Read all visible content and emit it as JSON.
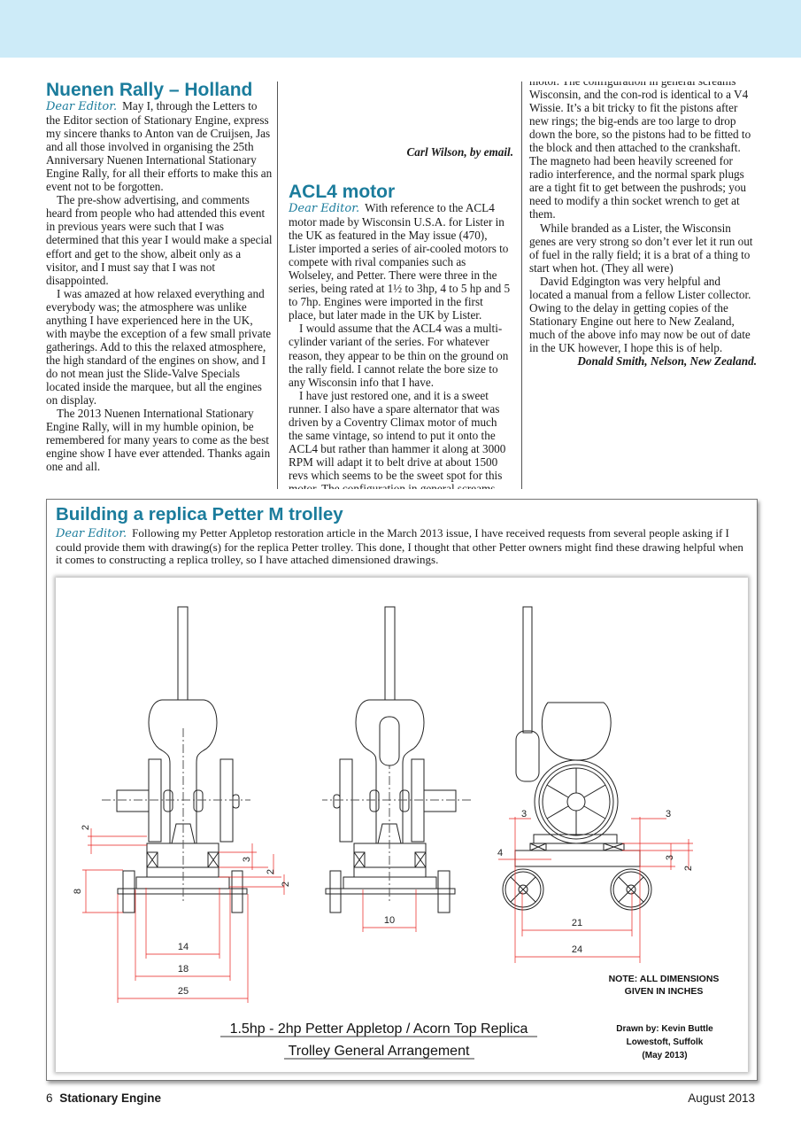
{
  "letters": [
    {
      "title": "Nuenen Rally – Holland",
      "salutation": "Dear Editor.",
      "paragraphs": [
        "May I, through the Letters to the Editor section of Stationary Engine, express my sincere thanks to Anton van de Cruijsen, Jas and all those involved in organising the 25th Anniversary Nuenen International Stationary Engine Rally, for all their efforts to make this an event not to be forgotten.",
        "The pre-show advertising, and comments heard from people who had attended this event in previous years were such that I was determined that this year I would make a special effort and get to the show, albeit only as a visitor, and I must say that I was not disappointed.",
        "I was amazed at how relaxed everything and everybody was; the atmosphere was unlike anything I have experienced here in the UK, with maybe the exception of a few small private gatherings. Add to this the relaxed atmosphere, the high standard of the engines on show, and I do not mean just the Slide-Valve Specials located inside the marquee, but all the engines on display.",
        "The 2013 Nuenen International Stationary Engine Rally, will in my humble opinion, be remembered for many years to come as the best engine show I have ever attended. Thanks again one and all."
      ],
      "signature": "Carl Wilson, by email."
    },
    {
      "title": "ACL4 motor",
      "salutation": "Dear Editor.",
      "paragraphs": [
        "With reference to the ACL4 motor made by Wisconsin U.S.A. for Lister in the UK as featured in the May issue (470), Lister imported a series of air-cooled motors to compete with rival companies such as Wolseley, and Petter. There were three in the series, being rated at 1½ to 3hp, 4 to 5 hp and 5 to 7hp. Engines were imported in the first place, but later made in the UK by Lister.",
        "I would assume that the ACL4 was a multi-cylinder variant of the series. For whatever reason, they appear to be thin on the ground on the rally field. I cannot relate the bore size to any Wisconsin info that I have.",
        "I have just restored one, and it is a sweet runner. I also have a spare alternator that was driven by a Coventry Climax motor of much the same vintage, so intend to put it onto the ACL4 but rather than hammer it along at 3000 RPM will adapt it to belt drive at about 1500 revs which seems to be the sweet spot for this motor. The configuration in general screams Wisconsin, and the con-rod is identical to a V4 Wissie. It’s a bit tricky to fit the pistons after new rings; the big-ends are too large to drop down the bore, so the pistons had to be fitted to the block and then attached to the crankshaft. The magneto had been heavily screened for radio interference, and the normal spark plugs are a tight fit to get between the pushrods; you need to modify a thin socket wrench to get at them.",
        "While branded as a Lister, the Wisconsin genes are very strong so don’t ever let it run out of fuel in the rally field; it is a brat of a thing to start when hot. (They all were)",
        "David Edgington was very helpful and located a manual from a fellow Lister collector. Owing to the delay in getting copies of the Stationary Engine out here to New Zealand, much of the above info may now be out of date in the UK however, I hope this is of help."
      ],
      "signature": "Donald Smith, Nelson, New Zealand."
    },
    {
      "title": "Building a replica Petter M trolley",
      "salutation": "Dear Editor.",
      "paragraphs": [
        "Following my Petter Appletop restoration article in the March 2013 issue, I have received requests from several people asking if I could provide them with drawing(s) for the replica Petter trolley. This done, I thought that other Petter owners might find these drawing helpful when it comes to constructing a replica trolley, so I have attached dimensioned drawings."
      ]
    }
  ],
  "drawing": {
    "title_line1": "1.5hp - 2hp Petter Appletop / Acorn Top Replica",
    "title_line2": "Trolley General Arrangement",
    "note_line1": "NOTE: ALL DIMENSIONS",
    "note_line2": "GIVEN IN INCHES",
    "credit_line1": "Drawn by: Kevin Buttle",
    "credit_line2": "Lowestoft, Suffolk",
    "credit_line3": "(May 2013)",
    "front_dims": {
      "d14": "14",
      "d18": "18",
      "d25": "25",
      "d8": "8",
      "d2a": "2",
      "d3": "3",
      "d2b": "2",
      "d2c": "2"
    },
    "rear_dims": {
      "d10": "10"
    },
    "side_dims": {
      "d21": "21",
      "d24": "24",
      "d3a": "3",
      "d3b": "3",
      "d4": "4",
      "d3c": "3",
      "d2": "2"
    },
    "dimension_color": "#e8201c"
  },
  "footer": {
    "page_number": "6",
    "magazine": "Stationary Engine",
    "date": "August 2013"
  },
  "colors": {
    "heading": "#1b7c9c",
    "band": "#cdebf8"
  }
}
